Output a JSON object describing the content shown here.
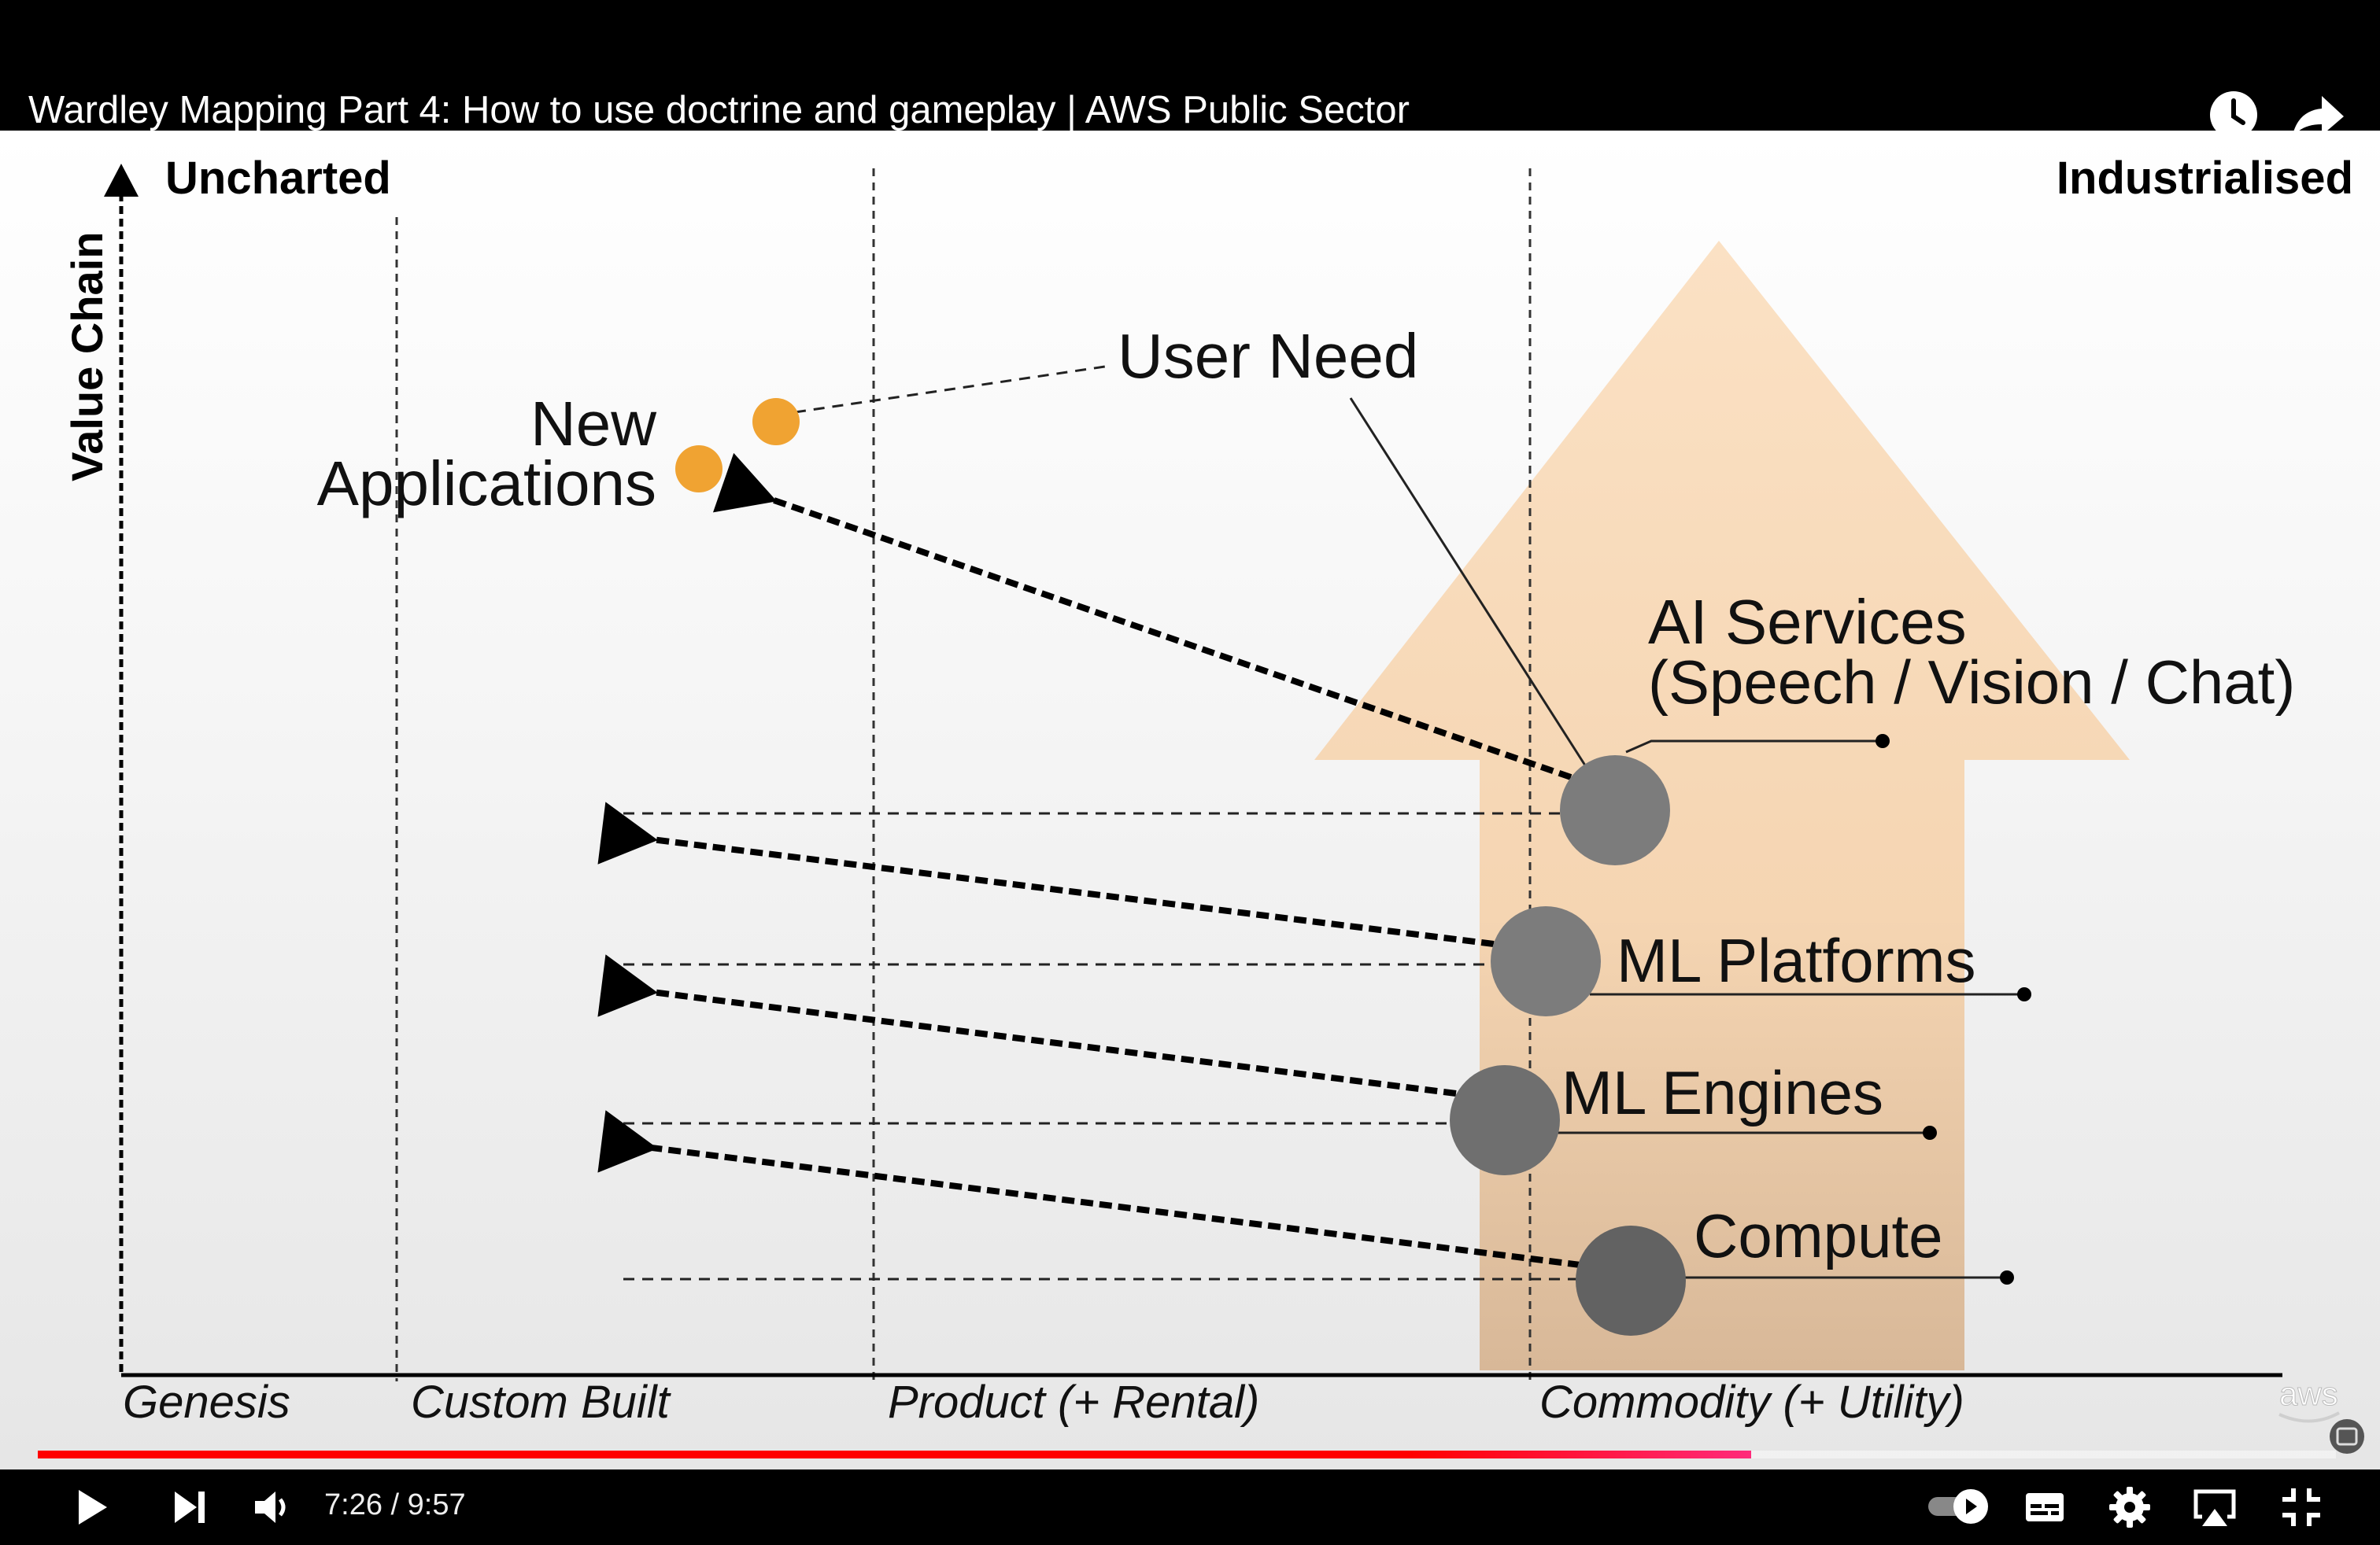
{
  "player": {
    "video_title": "Wardley Mapping Part 4: How to use doctrine and gameplay | AWS Public Sector",
    "current_time": "7:26",
    "duration": "9:57",
    "time_separator": " / ",
    "progress_fraction": 0.7457,
    "icons": [
      "watch-later-icon",
      "share-icon",
      "play-icon",
      "next-icon",
      "volume-icon",
      "autoplay-toggle-icon",
      "subtitles-icon",
      "settings-icon",
      "airplay-icon",
      "exit-fullscreen-icon"
    ],
    "accent_color": "#ff0000"
  },
  "map": {
    "y_axis_label": "Value Chain",
    "top_left_label": "Uncharted",
    "top_right_label": "Industrialised",
    "stages": [
      "Genesis",
      "Custom Built",
      "Product (+ Rental)",
      "Commodity (+ Utility)"
    ],
    "components": {
      "user_need": "User Need",
      "new_applications_line1": "New",
      "new_applications_line2": "Applications",
      "ai_services_line1": "AI Services",
      "ai_services_line2": "(Speech / Vision / Chat)",
      "ml_platforms": "ML Platforms",
      "ml_engines": "ML Engines",
      "compute": "Compute"
    },
    "watermark": "aws",
    "colors": {
      "orange_node": "#f0a332",
      "grey_node": "#7c7c7c",
      "evolution_arrow": "#f9dcbd"
    }
  }
}
